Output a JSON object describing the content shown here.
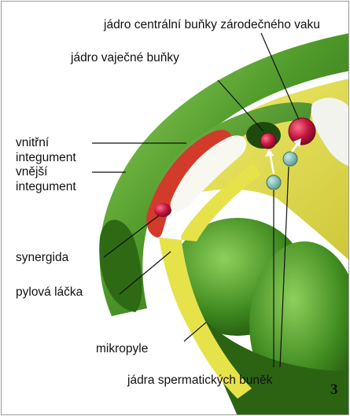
{
  "labels": {
    "central_cell_nucleus": "jádro centrální buňky zárodečného vaku",
    "egg_cell_nucleus": "jádro vaječné buňky",
    "inner_integument": "vnitřní\nintegument",
    "outer_integument": "vnější\nintegument",
    "synergid": "synergida",
    "pollen_tube": "pylová láčka",
    "micropyle": "mikropyle",
    "sperm_nuclei": "jádra spermatických buněk"
  },
  "figure_number": "3",
  "colors": {
    "integument_dark": "#2f6d16",
    "integument_light": "#8bd05a",
    "pollen_tube": "#e6e24a",
    "synergid": "#d23a2a",
    "nucleus": "#b5123d",
    "sperm": "#7fb9b0"
  }
}
